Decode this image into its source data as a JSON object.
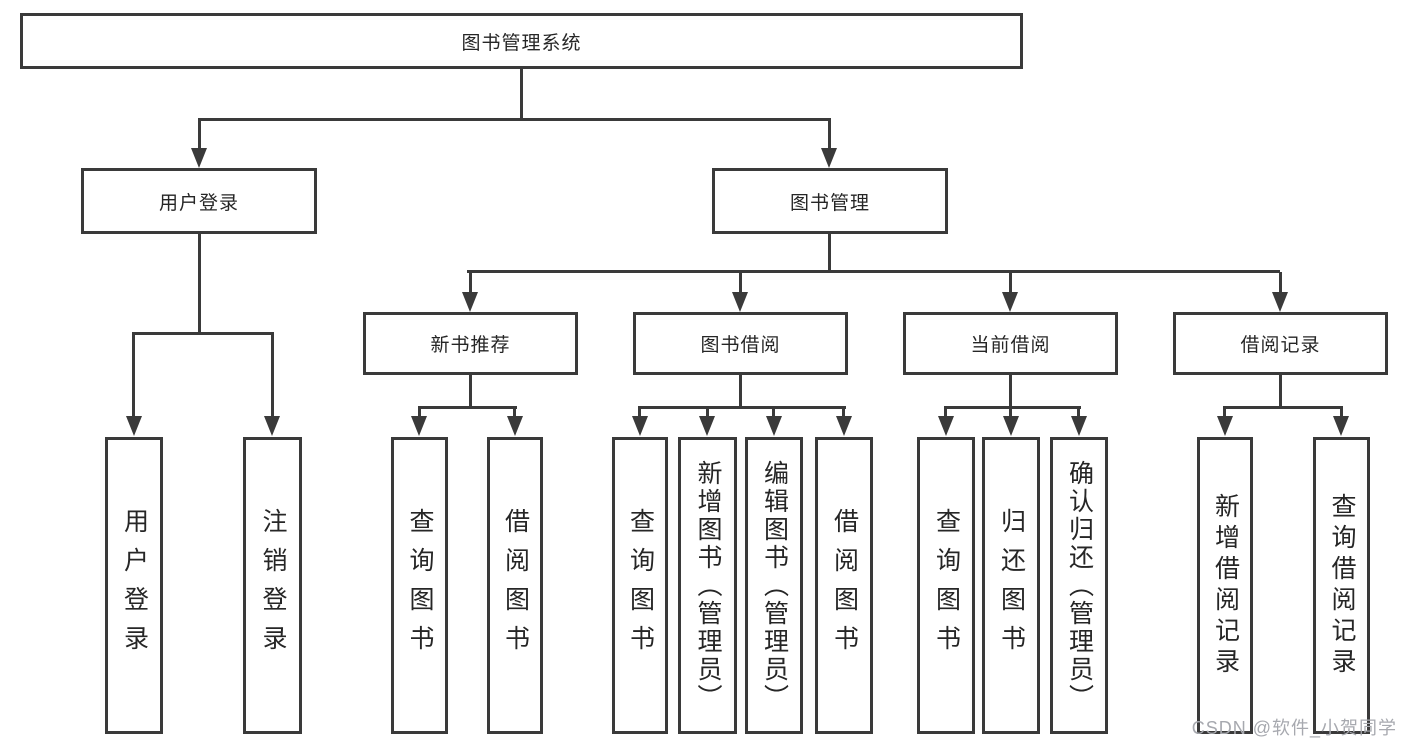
{
  "tree": {
    "root_label": "图书管理系统",
    "branches": {
      "user_login": {
        "label": "用户登录",
        "children": [
          "用户登录",
          "注销登录"
        ]
      },
      "book_management": {
        "label": "图书管理",
        "groups": {
          "new_books": {
            "label": "新书推荐",
            "children": [
              "查询图书",
              "借阅图书"
            ]
          },
          "borrowing": {
            "label": "图书借阅",
            "children": [
              "查询图书",
              "新增图书（管理员）",
              "编辑图书（管理员）",
              "借阅图书"
            ]
          },
          "current": {
            "label": "当前借阅",
            "children": [
              "查询图书",
              "归还图书",
              "确认归还（管理员）"
            ]
          },
          "records": {
            "label": "借阅记录",
            "children": [
              "新增借阅记录",
              "查询借阅记录"
            ]
          }
        }
      }
    }
  },
  "watermark": "CSDN @软件_小贺同学",
  "colors": {
    "line": "#3a3a3a",
    "text": "#262626",
    "watermark_text": "#a7a9af",
    "background": "#ffffff"
  }
}
